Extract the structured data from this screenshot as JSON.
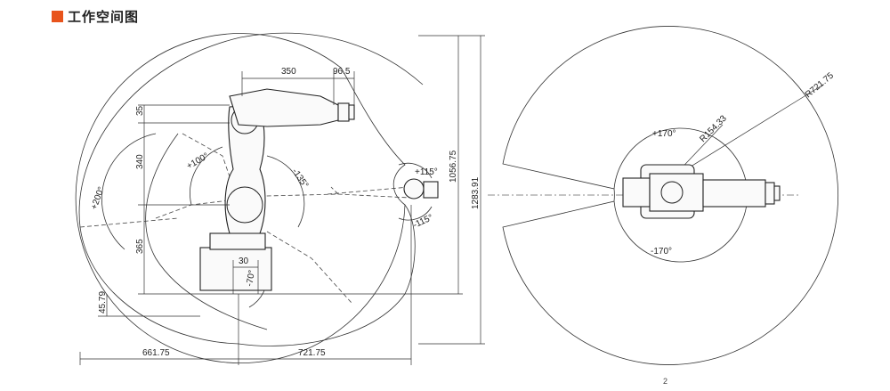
{
  "header": {
    "title": "工作空间图",
    "accent_color": "#e8541c"
  },
  "side_view": {
    "dims": {
      "d350": "350",
      "d96_5": "96.5",
      "d35": "35",
      "d340": "340",
      "d365": "365",
      "d45_79": "45.79",
      "d30": "30",
      "d661_75": "661.75",
      "d721_75": "721.75",
      "d1056_75": "1056.75",
      "d1283_91": "1283.91"
    },
    "angles": {
      "a_plus100": "+100°",
      "a_minus135": "-135°",
      "a_plus115": "+115°",
      "a_minus115": "-115°",
      "a_plus200": "+200°",
      "a_minus70": "-70°"
    }
  },
  "top_view": {
    "dims": {
      "r721_75": "R721.75",
      "r154_33": "R154.33"
    },
    "angles": {
      "a_plus170": "+170°",
      "a_minus170": "-170°"
    }
  },
  "page_number": "2"
}
